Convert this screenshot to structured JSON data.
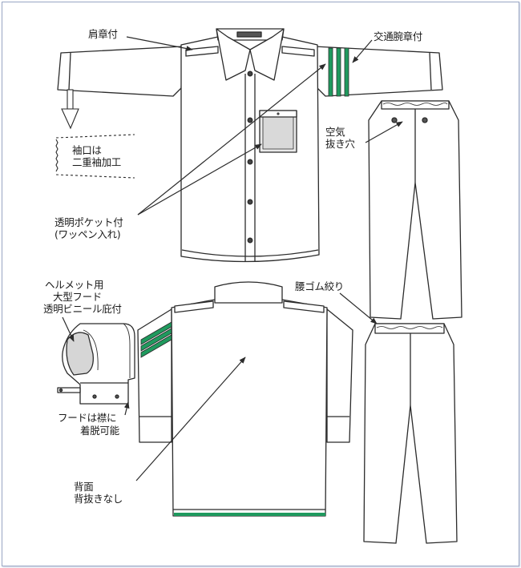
{
  "colors": {
    "outline": "#2b2b2b",
    "garment_fill": "#ffffff",
    "armband_green": "#1f9a5e",
    "pocket_fill": "#e9e9e9",
    "hood_window_fill": "#d6d6d6",
    "frame_border": "#9aa7c4"
  },
  "labels": {
    "epaulet": "肩章付",
    "armband": "交通腕章付",
    "cuff_line1": "袖口は",
    "cuff_line2": "二重袖加工",
    "air_vent_line1": "空気",
    "air_vent_line2": "抜き穴",
    "pocket_line1": "透明ポケット付",
    "pocket_line2": "(ワッペン入れ)",
    "hood_line1": "ヘルメット用",
    "hood_line2": "大型フード",
    "hood_line3": "透明ビニール庇付",
    "waist": "腰ゴム絞り",
    "hood_detach_line1": "フードは襟に",
    "hood_detach_line2": "着脱可能",
    "back_line1": "背面",
    "back_line2": "背抜きなし"
  }
}
